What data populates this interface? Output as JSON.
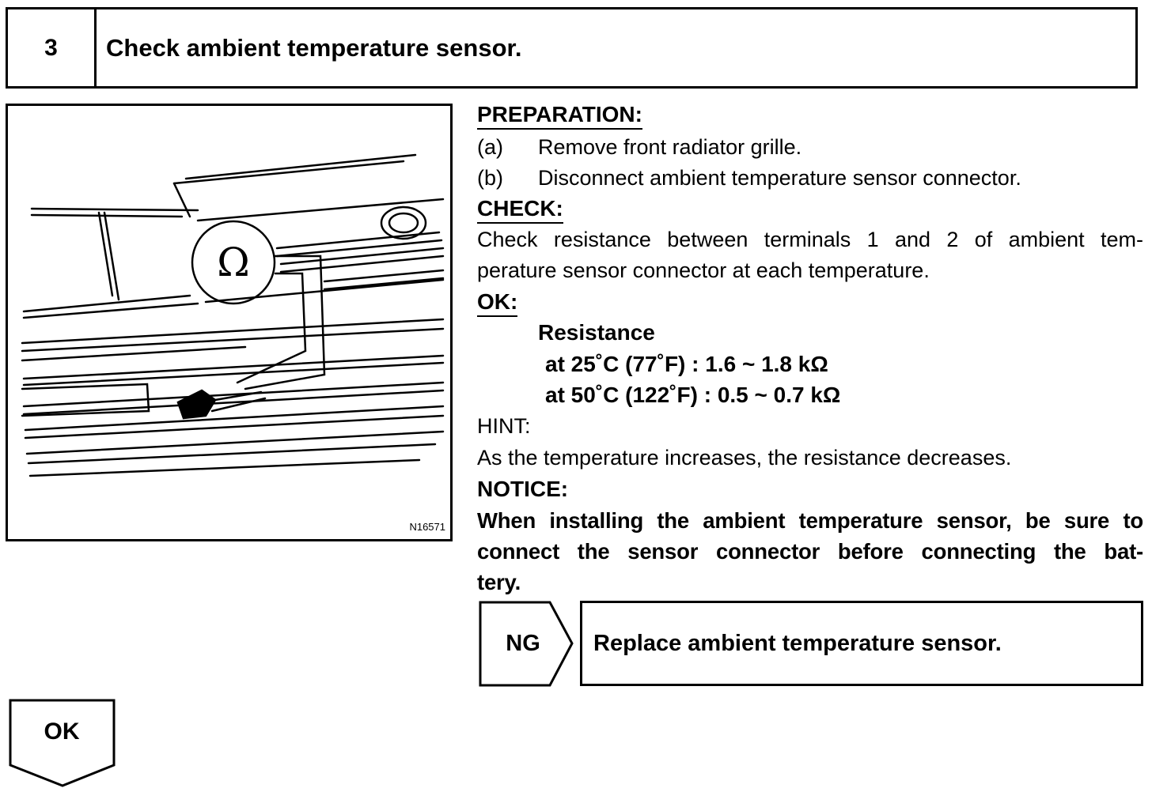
{
  "step": {
    "number": "3",
    "title": "Check ambient temperature sensor."
  },
  "figure": {
    "id": "N16571",
    "ohm_symbol": "Ω"
  },
  "preparation": {
    "heading": "PREPARATION:",
    "items": [
      {
        "label": "(a)",
        "text": "Remove front radiator grille."
      },
      {
        "label": "(b)",
        "text": "Disconnect ambient temperature sensor connector."
      }
    ]
  },
  "check": {
    "heading": "CHECK:",
    "line1": "Check resistance between terminals 1 and 2 of ambient tem-",
    "line2": "perature sensor connector at each temperature."
  },
  "ok_spec": {
    "heading": "OK:",
    "title": "Resistance",
    "line1": "at 25˚C (77˚F) : 1.6 ~ 1.8  kΩ",
    "line2": "at 50˚C (122˚F) : 0.5 ~ 0.7 kΩ"
  },
  "hint": {
    "heading": "HINT:",
    "text": "As the temperature increases, the resistance decreases."
  },
  "notice": {
    "heading": "NOTICE:",
    "line1": "When installing the ambient temperature sensor, be sure to",
    "line2": "connect the sensor connector before connecting the bat-",
    "line3": "tery."
  },
  "ng": {
    "label": "NG",
    "action": "Replace ambient temperature sensor."
  },
  "ok": {
    "label": "OK"
  }
}
